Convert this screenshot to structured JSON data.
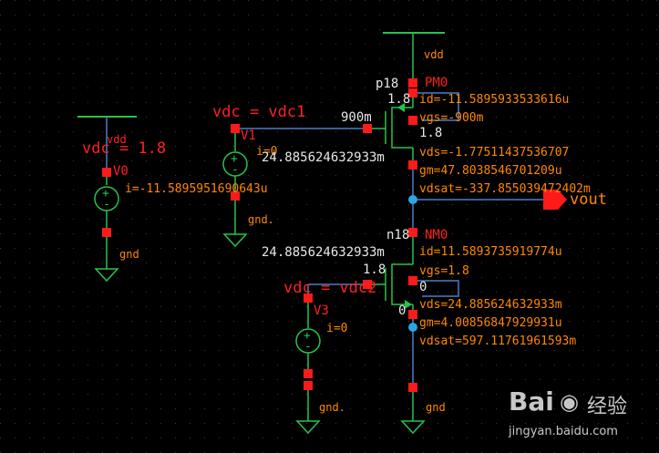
{
  "colors": {
    "background": "#000000",
    "wire": "#4a7ec8",
    "device": "#29c24a",
    "pin": "#ff1a1a",
    "param": "#ff8800",
    "net_dot": "#2aa6e6",
    "probe": "#ff1a1a"
  },
  "nets": {
    "vdd_top": "vdd",
    "vdd_left": "vdd",
    "gnd_v0": "gnd",
    "gnd_v1": "gnd.",
    "gnd_v3": "gnd.",
    "gnd_nmos": "gnd",
    "vout": "vout"
  },
  "v0": {
    "name": "V0",
    "source": "vdc = 1.8",
    "current": "i=-11.5895951690643u"
  },
  "v1": {
    "name": "V1",
    "source": "vdc = vdc1",
    "current": "i=0",
    "gate_voltage": "900m",
    "node_voltage": "24.885624632933m"
  },
  "v3": {
    "name": "V3",
    "source": "vdc = vdc2",
    "current": "i=0"
  },
  "pmos": {
    "name": "PM0",
    "model": "p18",
    "left_value": "1.8",
    "right_value": "1.8",
    "id": "id=-11.5895933533616u",
    "vgs": "vgs=-900m",
    "vds": "vds=-1.77511437536707",
    "gm": "gm=47.8038546701209u",
    "vdsat": "vdsat=-337.855039472402m"
  },
  "nmos": {
    "name": "NM0",
    "model": "n18",
    "node_voltage": "24.885624632933m",
    "gate_value": "1.8",
    "source_value": "0",
    "bulk_value": "0",
    "id": "id=11.5893735919774u",
    "vgs": "vgs=1.8",
    "vds": "vds=24.885624632933m",
    "gm": "gm=4.00856847929931u",
    "vdsat": "vdsat=597.11761961593m"
  },
  "watermark": {
    "brand": "Bai",
    "brand_suffix": "经验",
    "url": "jingyan.baidu.com"
  }
}
